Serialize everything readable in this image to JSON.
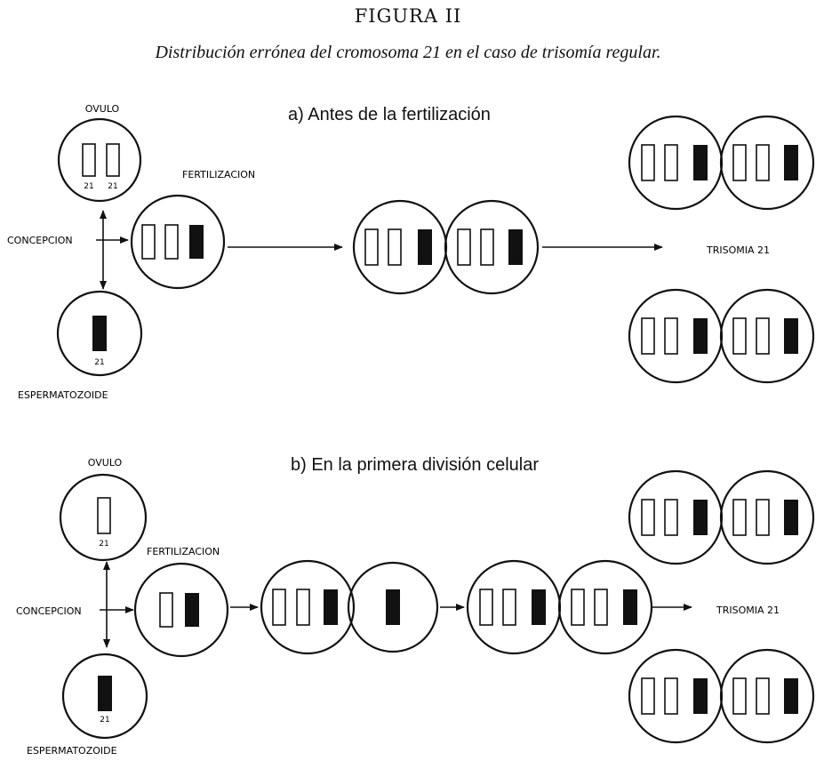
{
  "figure": {
    "title": "FIGURA II",
    "subtitle": "Distribución errónea del cromosoma 21 en el caso de trisomía regular."
  },
  "labels": {
    "egg": "OVULO",
    "sperm": "ESPERMATOZOIDE",
    "conception": "CONCEPCION",
    "fertilization": "FERTILIZACION",
    "result": "TRISOMIA 21",
    "chromosome": "21"
  },
  "section_a": {
    "title": "a) Antes de la fertilización"
  },
  "section_b": {
    "title": "b) En la primera división celular"
  },
  "colors": {
    "ink": "#111111",
    "background": "#ffffff"
  }
}
